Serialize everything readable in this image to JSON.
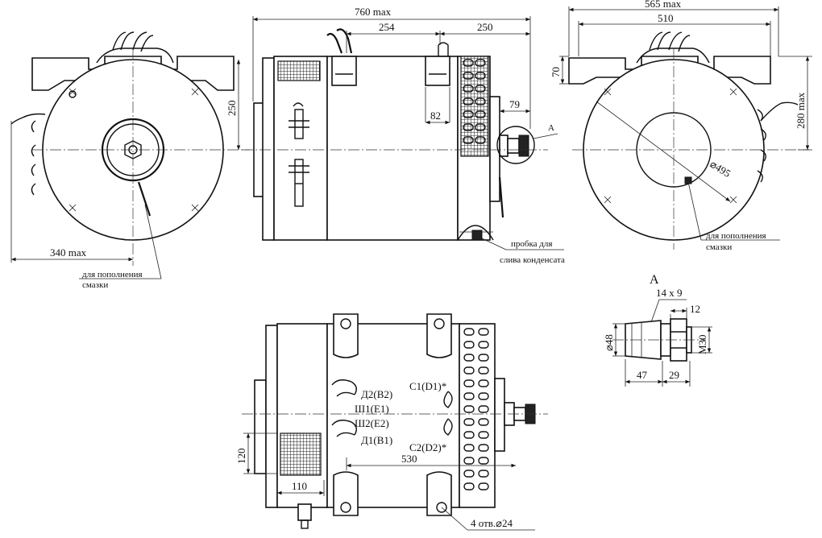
{
  "dimensions": {
    "d760": "760 max",
    "d254": "254",
    "d250_top": "250",
    "d565": "565 max",
    "d510": "510",
    "d70": "70",
    "d280": "280 max",
    "d250_side": "250",
    "d82": "82",
    "d79": "79",
    "d495": "⌀495",
    "d340": "340 max",
    "d120": "120",
    "d110": "110",
    "d530": "530",
    "holes": "4 отв.⌀24",
    "d14x9": "14 x 9",
    "d12": "12",
    "d48": "⌀48",
    "m30": "M30",
    "d47": "47",
    "d29": "29"
  },
  "labels": {
    "view_a_marker": "A",
    "view_a_title": "A",
    "drain_plug_line1": "пробка для",
    "drain_plug_line2": "слива конденсата",
    "grease_left_line1": "для пополнения",
    "grease_left_line2": "смазки",
    "grease_right_line1": "для пополнения",
    "grease_right_line2": "смазки"
  },
  "terminals": {
    "d2": "Д2(B2)",
    "sh1": "Ш1(E1)",
    "sh2": "Ш2(E2)",
    "d1": "Д1(B1)",
    "c1": "C1(D1)*",
    "c2": "C2(D2)*"
  }
}
